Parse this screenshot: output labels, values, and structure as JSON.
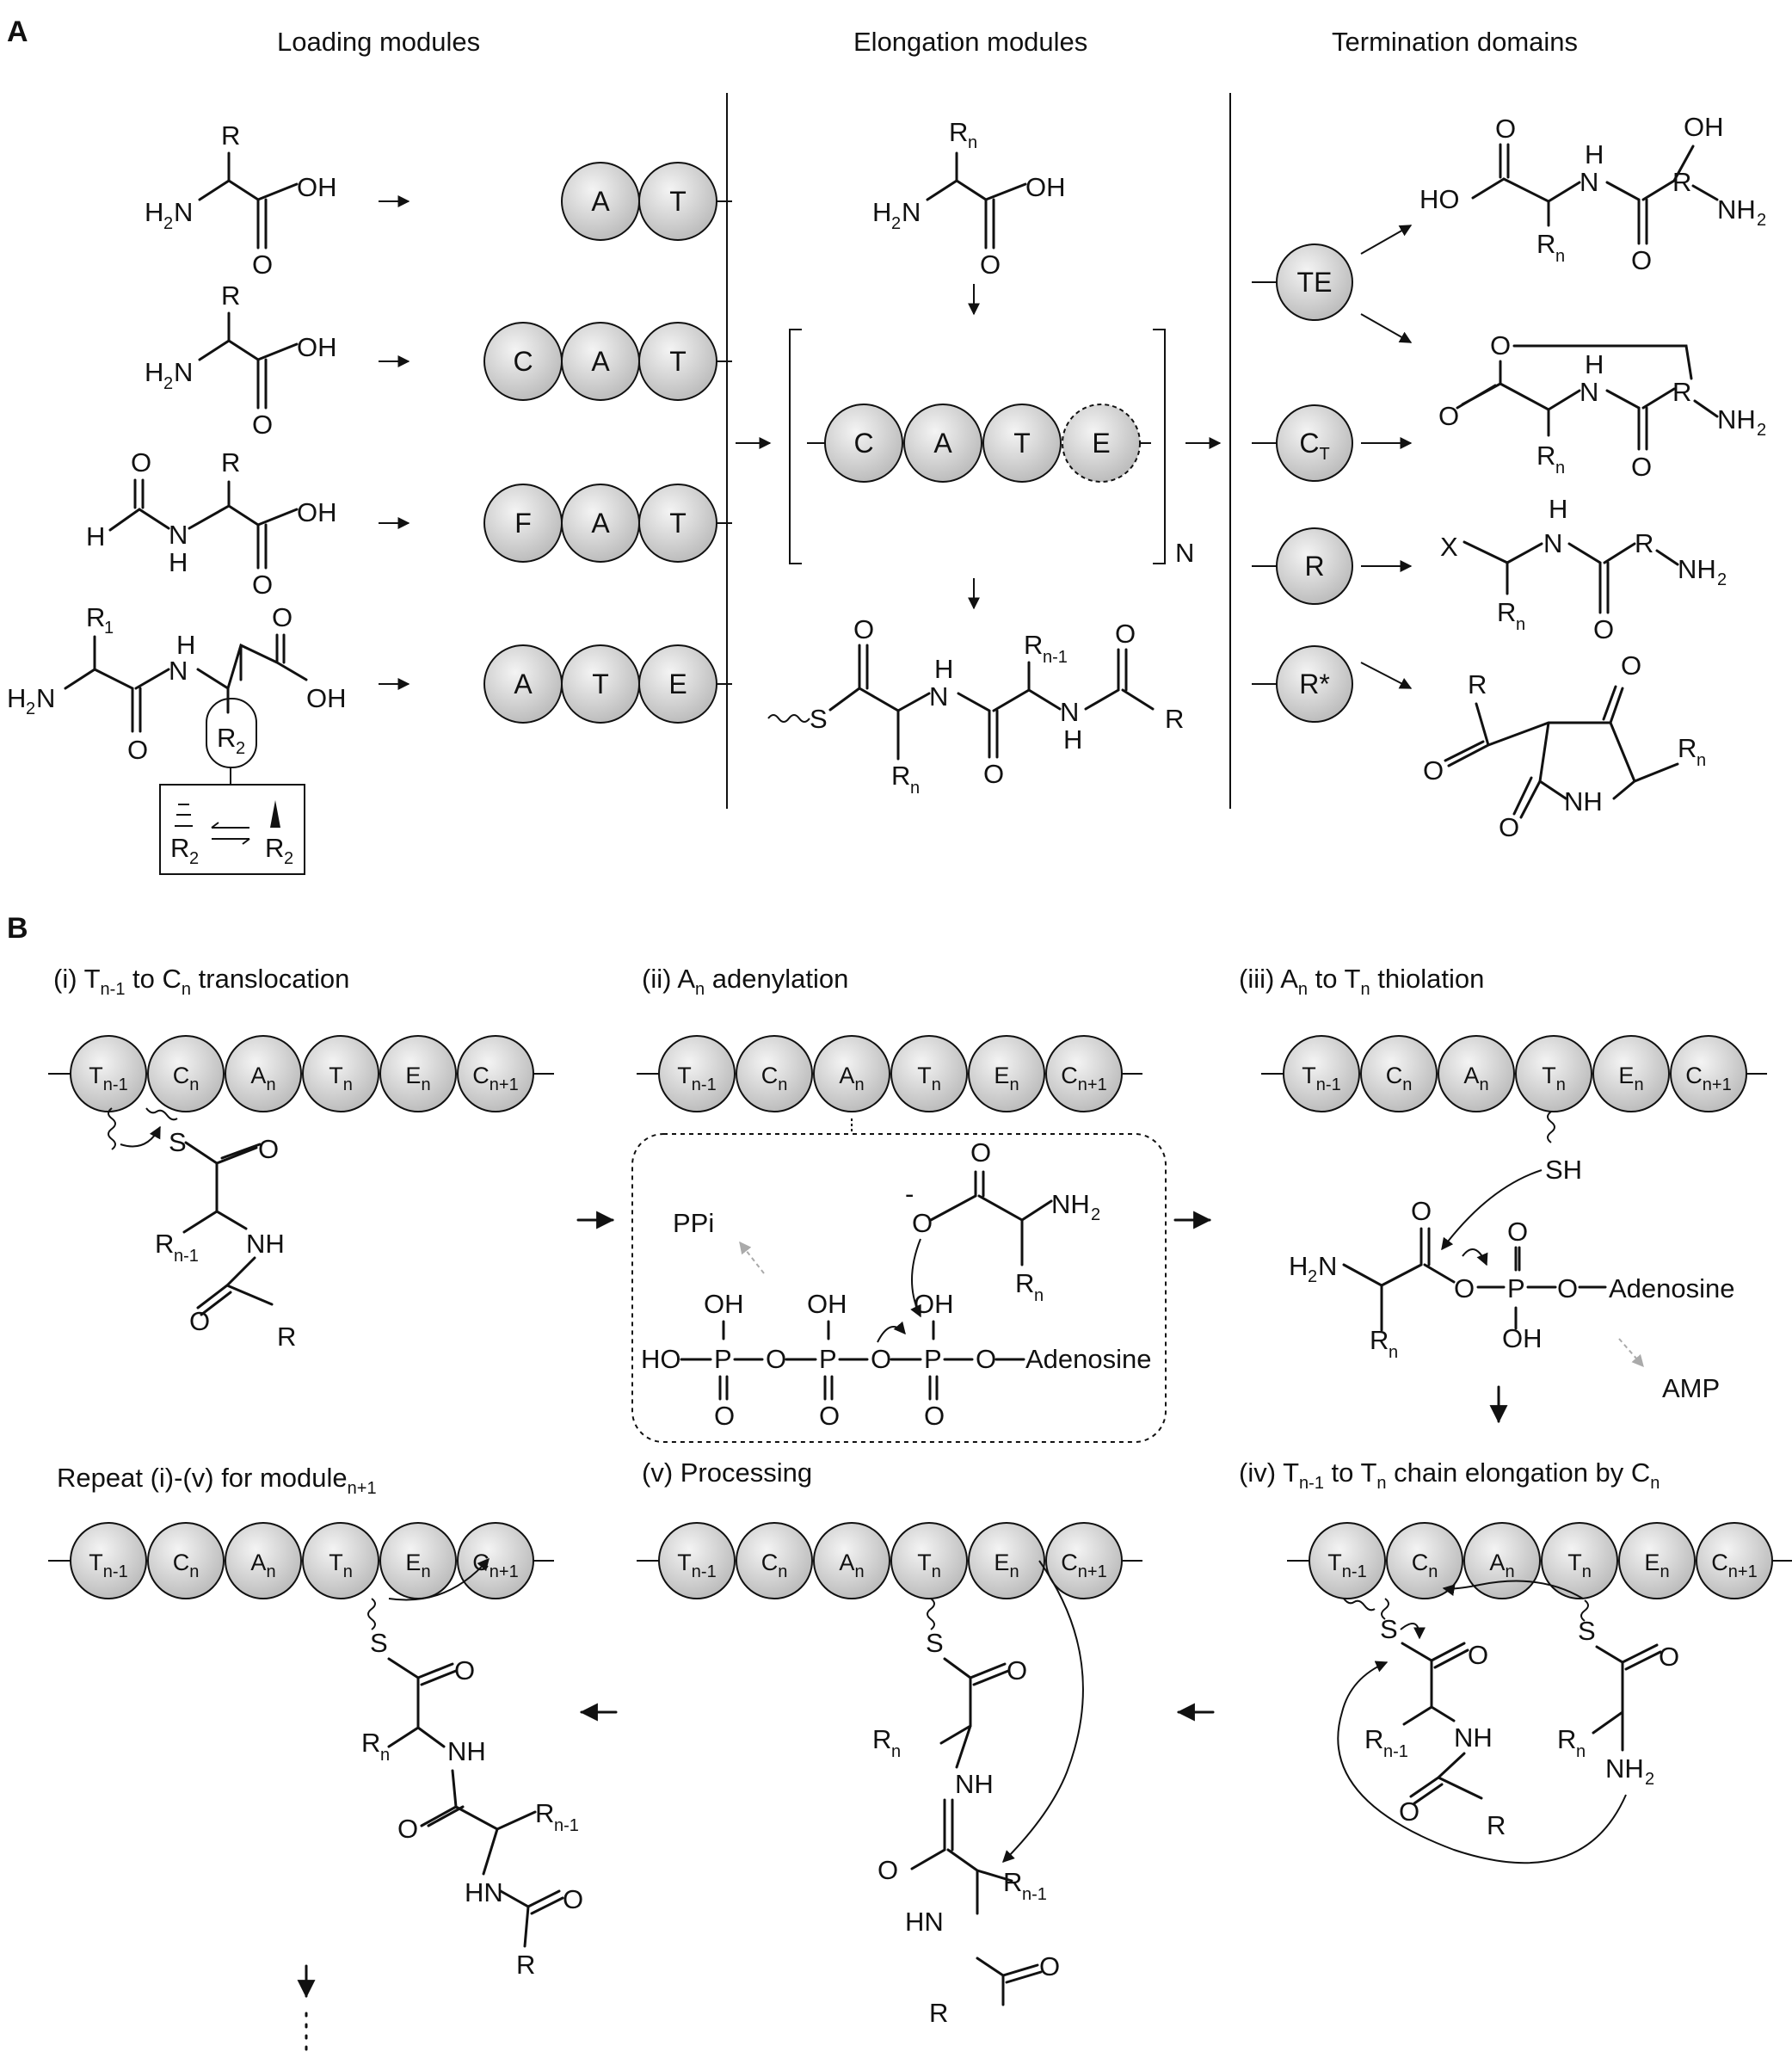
{
  "panels": {
    "a": "A",
    "b": "B"
  },
  "headers": {
    "loading": "Loading modules",
    "elongation": "Elongation modules",
    "termination": "Termination domains"
  },
  "loading_rows": [
    [
      "A",
      "T"
    ],
    [
      "C",
      "A",
      "T"
    ],
    [
      "F",
      "A",
      "T"
    ],
    [
      "A",
      "T",
      "E"
    ]
  ],
  "elongation_module": [
    "C",
    "A",
    "T",
    "E"
  ],
  "repeat_label": "N",
  "termination": [
    "TE",
    "C",
    "R",
    "R*"
  ],
  "termination_sub": {
    "c": "T"
  },
  "steps": {
    "i": "(i) T",
    "i_sub": "n-1",
    "i_mid": " to C",
    "i_sub2": "n",
    "i_end": " translocation",
    "ii": "(ii) A",
    "ii_sub": "n",
    "ii_end": " adenylation",
    "iii": "(iii) A",
    "iii_sub": "n",
    "iii_mid": " to T",
    "iii_sub2": "n",
    "iii_end": " thiolation",
    "iv": "(iv) T",
    "iv_sub": "n-1",
    "iv_mid": " to T",
    "iv_sub2": "n",
    "iv_end": " chain elongation by C",
    "iv_sub3": "n",
    "v": "(v) Processing",
    "repeat": "Repeat (i)-(v) for module",
    "repeat_sub": "n+1"
  },
  "nrps_chain": [
    {
      "letter": "T",
      "sub": "n-1"
    },
    {
      "letter": "C",
      "sub": "n"
    },
    {
      "letter": "A",
      "sub": "n"
    },
    {
      "letter": "T",
      "sub": "n"
    },
    {
      "letter": "E",
      "sub": "n"
    },
    {
      "letter": "C",
      "sub": "n+1"
    }
  ],
  "chem": {
    "R": "R",
    "Rn": "R",
    "n": "n",
    "n1": "n-1",
    "R1": "R",
    "one": "1",
    "R2": "R",
    "two": "2",
    "H2N": "H",
    "N": "N",
    "two_sub": "2",
    "NH2": "NH",
    "OH": "OH",
    "O": "O",
    "H": "H",
    "HO": "HO",
    "NH": "NH",
    "HN": "HN",
    "S": "S",
    "SH": "SH",
    "X": "X",
    "P": "P",
    "PPi": "PPi",
    "AMP": "AMP",
    "Adenosine": "Adenosine",
    "minus": "-"
  },
  "colors": {
    "domain_fill": "#d3d3d3",
    "domain_stroke": "#111111",
    "byproduct_arrow": "#aaaaaa"
  }
}
